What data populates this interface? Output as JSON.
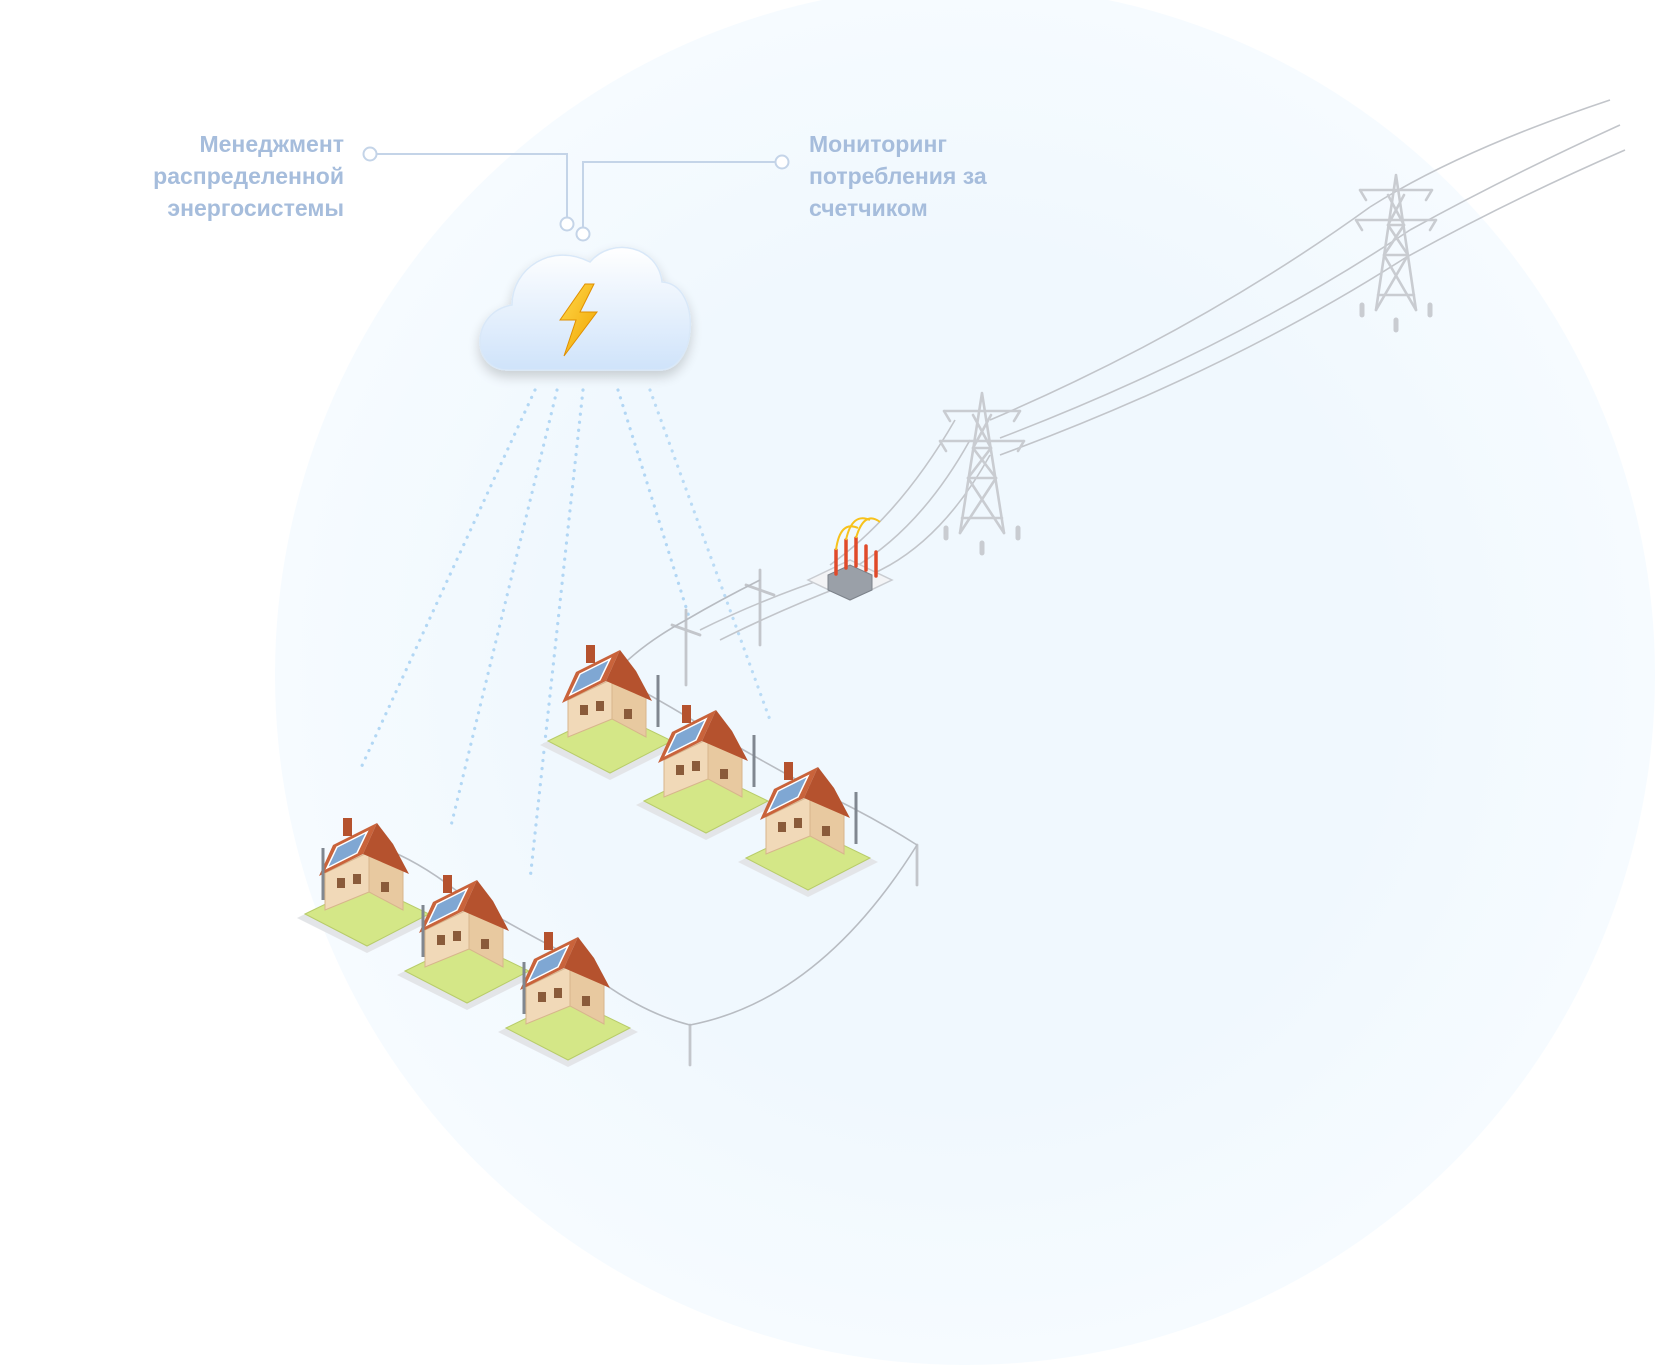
{
  "diagram": {
    "labels": {
      "left": [
        "Менеджмент",
        "распределенной",
        "энергосистемы"
      ],
      "right": [
        "Мониторинг",
        "потребления за",
        "счетчиком"
      ]
    },
    "colors": {
      "background_circle": "#eef7fd",
      "label_text": "#a6bddc",
      "connector": "#c4d4e8",
      "cloud": "#e4f0fc",
      "lightning": "#f7c21c",
      "wire": "#b8bcc2",
      "roof": "#c9633b",
      "house_wall": "#f1d9b8",
      "lawn": "#d4e787",
      "solar_panel": "#7fa7d3",
      "data_dots": "#8fc3ec",
      "substation": "#e04a2a"
    },
    "icons": [
      "cloud-icon",
      "lightning-icon",
      "transmission-tower-icon",
      "substation-icon",
      "utility-pole-icon",
      "solar-house-icon"
    ]
  }
}
